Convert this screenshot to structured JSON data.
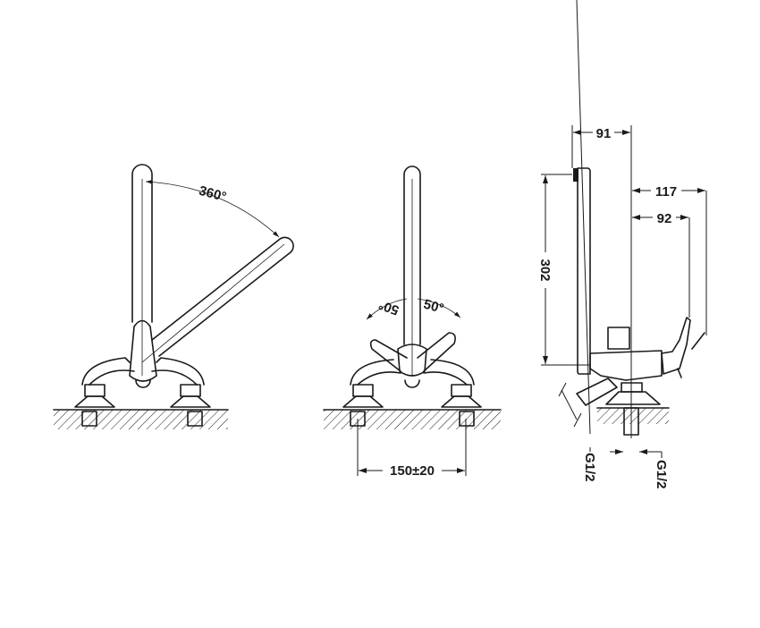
{
  "views": {
    "rotation": {
      "angle_label": "360°"
    },
    "front": {
      "left_angle_label": "50°",
      "right_angle_label": "50°",
      "spacing_label": "150±20"
    },
    "side": {
      "projection_label": "91",
      "handle_reach_label": "117",
      "lever_reach_label": "92",
      "height_label": "302",
      "inlet_left_label": "G1/2",
      "inlet_bottom_label": "G1/2"
    }
  },
  "colors": {
    "line": "#1a1a1a",
    "background": "#ffffff"
  }
}
